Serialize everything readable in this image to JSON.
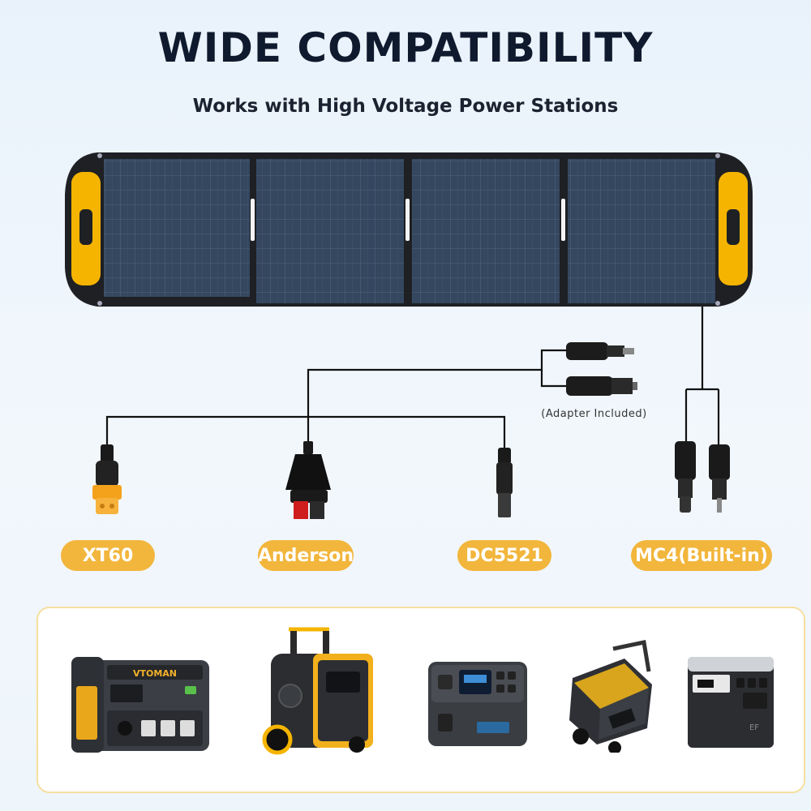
{
  "title": "WIDE COMPATIBILITY",
  "subtitle": "Works with High Voltage Power Stations",
  "adapter_note": "(Adapter Included)",
  "connectors": [
    {
      "name": "XT60"
    },
    {
      "name": "Anderson"
    },
    {
      "name": "DC5521"
    },
    {
      "name": "MC4(Built-in)"
    }
  ],
  "devices": {
    "d1": {
      "brand": "VTOMAN"
    },
    "d5": {
      "brand": "EF"
    }
  },
  "colors": {
    "accent": "#f2b63c",
    "panel": "#2d3d52",
    "frame": "#23252b",
    "handle": "#f5b400",
    "background": "#e9f2fb"
  }
}
